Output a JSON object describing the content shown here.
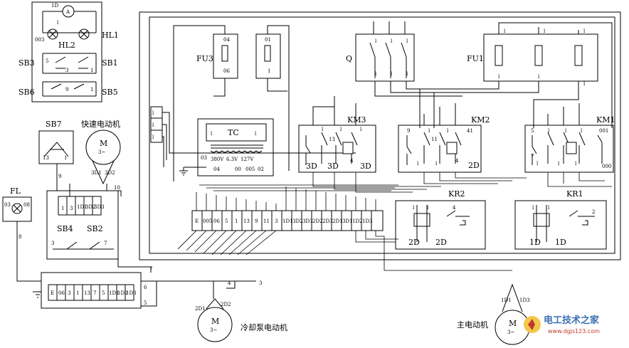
{
  "labels": {
    "HL1": "HL1",
    "HL2": "HL2",
    "SB1": "SB1",
    "SB3": "SB3",
    "SB5": "SB5",
    "SB6": "SB6",
    "SB7": "SB7",
    "SB4": "SB4",
    "SB2": "SB2",
    "FL": "FL",
    "FU3": "FU3",
    "FU1": "FU1",
    "Q": "Q",
    "TC": "TC",
    "KM3": "KM3",
    "KM2": "KM2",
    "KM1": "KM1",
    "KR2": "KR2",
    "KR1": "KR1",
    "A": "A",
    "M": "M",
    "M3": "3~"
  },
  "motors": {
    "fast": "快速电动机",
    "pump": "冷却泵电动机",
    "main": "主电动机"
  },
  "terminals": {
    "upper": [
      "E",
      "005",
      "06",
      "5",
      "1",
      "13",
      "9",
      "11",
      "3",
      "1D1",
      "3D2",
      "3D3",
      "2D2",
      "2D3",
      "2D1",
      "3D1",
      "1D2",
      "1D3"
    ],
    "lower": [
      "E",
      "06",
      "3",
      "1",
      "13",
      "7",
      "5",
      "1D1",
      "1D2",
      "1D3"
    ],
    "left": [
      "1",
      "3",
      "1D1",
      "3D2",
      "3D3"
    ]
  },
  "wire_numbers": {
    "w8": "8",
    "w9": "9",
    "w10": "10",
    "w7": "7",
    "w6": "6",
    "w5": "5",
    "w4": "4",
    "w3": "3",
    "w1": "1",
    "w03": "03",
    "w08": "08",
    "w04": "04",
    "w06": "06",
    "w01": "01"
  },
  "watermark": {
    "brand": "电工技术之家",
    "url": "www.dgjs123.com"
  }
}
